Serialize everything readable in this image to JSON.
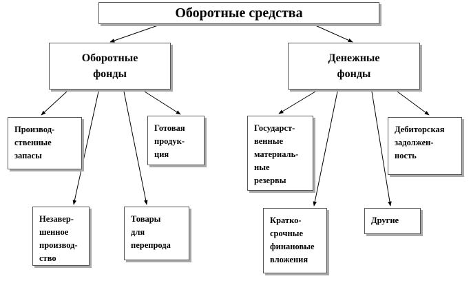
{
  "root": {
    "label": "Оборотные средства"
  },
  "groups": {
    "left": {
      "lines": [
        "Оборотные",
        "фонды"
      ]
    },
    "right": {
      "lines": [
        "Денежные",
        "фонды"
      ]
    }
  },
  "leaves": {
    "production_stocks": [
      "Производ-",
      "ственные",
      "запасы"
    ],
    "finished_goods": [
      "Готовая",
      "продук-",
      "ция"
    ],
    "work_in_progress": [
      "Незавер-",
      "шенное",
      "производ-",
      "ство"
    ],
    "goods_for_resale": [
      "Товары",
      "для",
      "перепрода"
    ],
    "state_reserves": [
      "Государст-",
      "венные",
      "материаль-",
      "ные",
      "резервы"
    ],
    "receivables": [
      "Дебиторская",
      "задолжен-",
      "ность"
    ],
    "short_term_investments": [
      "Кратко-",
      "срочные",
      "финановые",
      "вложения"
    ],
    "other": [
      "Другие"
    ]
  }
}
